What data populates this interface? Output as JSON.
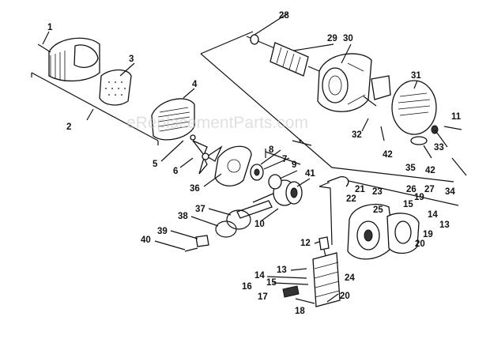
{
  "watermark": "eReplacementParts.com",
  "labels": {
    "l1": "1",
    "l2": "2",
    "l3": "3",
    "l4": "4",
    "l5": "5",
    "l6": "6",
    "l7": "7",
    "l8": "8",
    "l9": "9",
    "l10": "10",
    "l12": "12",
    "l13a": "13",
    "l13b": "13",
    "l14a": "14",
    "l14b": "14",
    "l15a": "15",
    "l15b": "15",
    "l16": "16",
    "l17": "17",
    "l18": "18",
    "l19": "19",
    "l19b": "19",
    "l20a": "20",
    "l20b": "20",
    "l21": "21",
    "l22": "22",
    "l23": "23",
    "l24": "24",
    "l25": "25",
    "l26": "26",
    "l27": "27",
    "l28": "28",
    "l29": "29",
    "l30": "30",
    "l31": "31",
    "l32": "32",
    "l33": "33",
    "l34": "34",
    "l35": "35",
    "l36": "36",
    "l37": "37",
    "l38": "38",
    "l39": "39",
    "l40": "40",
    "l41": "41",
    "l42a": "42",
    "l42b": "42",
    "l11": "11"
  }
}
